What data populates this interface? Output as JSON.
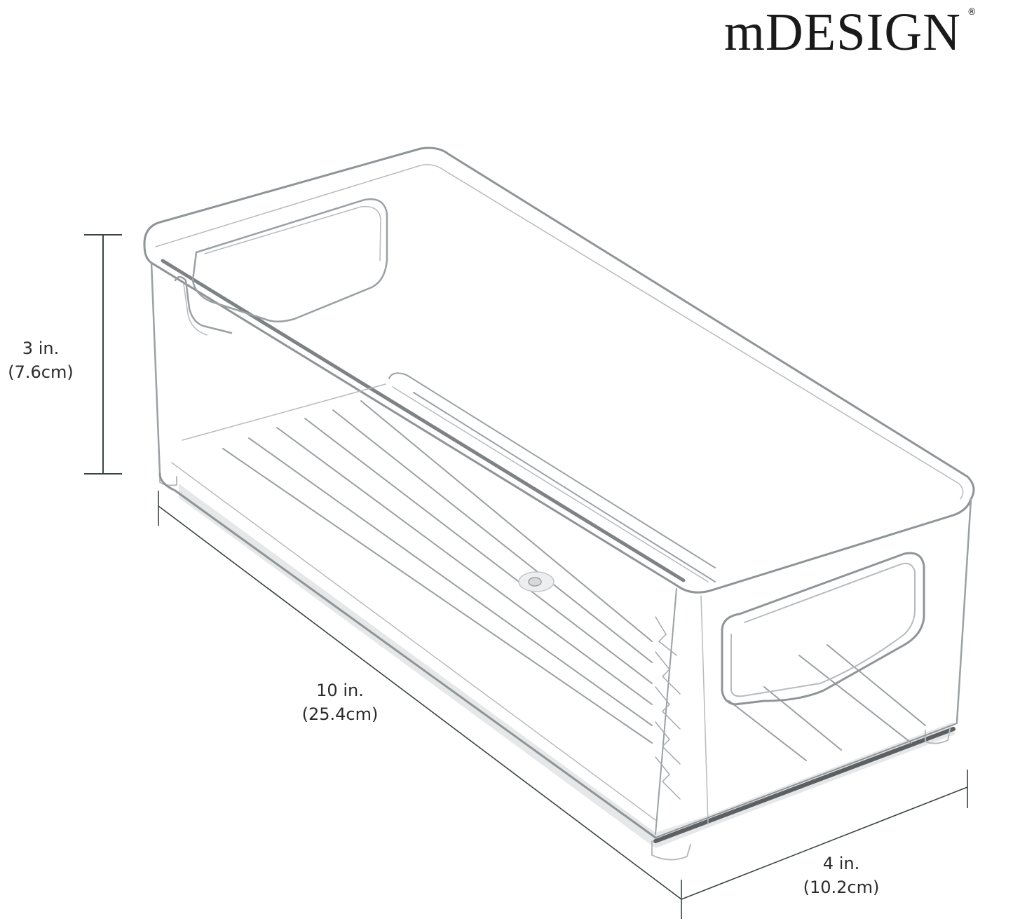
{
  "brand": {
    "name": "mDESIGN",
    "registered_mark": "®"
  },
  "product": {
    "description": "Clear plastic storage bin with cut-out handles and ridged base"
  },
  "dimensions": {
    "height": {
      "imperial": "3 in.",
      "metric": "(7.6cm)"
    },
    "length": {
      "imperial": "10 in.",
      "metric": "(25.4cm)"
    },
    "width": {
      "imperial": "4 in.",
      "metric": "(10.2cm)"
    }
  },
  "colors": {
    "background": "#ffffff",
    "dimension_line": "#3a4440",
    "text": "#2b2b2b",
    "bin_outline": "#9aa0a3",
    "bin_shadow": "#5c6063"
  }
}
